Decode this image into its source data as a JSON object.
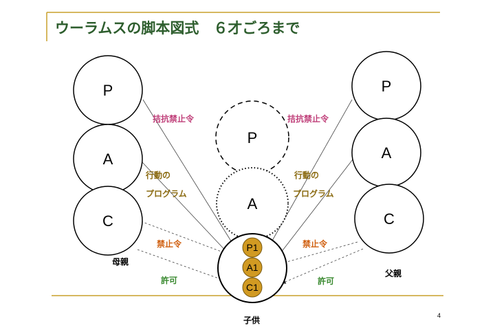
{
  "title": "ウーラムスの脚本図式　６才ごろまで",
  "ego_states": {
    "p": "P",
    "a": "A",
    "c": "C"
  },
  "child_ego_states": {
    "p": "P1",
    "a": "A1",
    "c": "C1"
  },
  "labels": {
    "counter_injunction": "拮抗禁止令",
    "program_line1": "行動の",
    "program_line2": "プログラム",
    "injunction": "禁止令",
    "permission": "許可"
  },
  "mother": "母親",
  "father": "父親",
  "child": "子供",
  "page_number": "4",
  "colors": {
    "title": "#2e5e2e",
    "rule": "#c8a02a",
    "counter_injunction": "#c0407a",
    "program": "#8a6a10",
    "injunction": "#d06010",
    "permission": "#3a8a30",
    "child_circle_fill": "#d19a22"
  }
}
